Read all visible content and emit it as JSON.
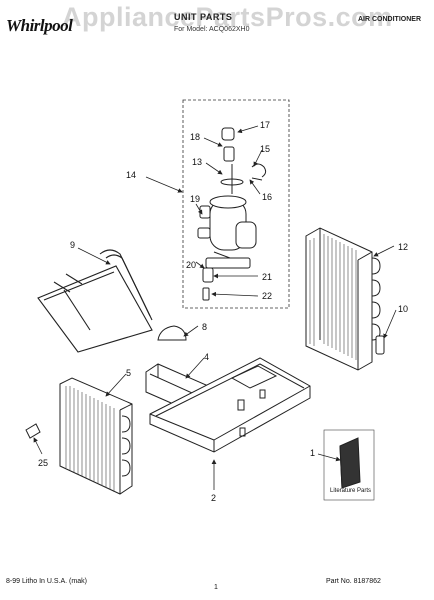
{
  "header": {
    "brand": "Whirlpool",
    "watermark": "AppliancePartsPros.com",
    "title": "UNIT PARTS",
    "subtitle": "For Model: ACQ062XH0",
    "product": "AIR CONDITIONER"
  },
  "callouts": [
    "17",
    "18",
    "15",
    "13",
    "14",
    "16",
    "19",
    "9",
    "12",
    "20",
    "21",
    "22",
    "8",
    "10",
    "4",
    "5",
    "1",
    "2",
    "25"
  ],
  "literature_label": "Literature Parts",
  "footer": {
    "left": "8-99 Litho In U.S.A. (mak)",
    "page": "1",
    "right": "Part No. 8187862"
  },
  "colors": {
    "line": "#222222",
    "fin": "#444444",
    "watermark": "#d4d4d4"
  }
}
